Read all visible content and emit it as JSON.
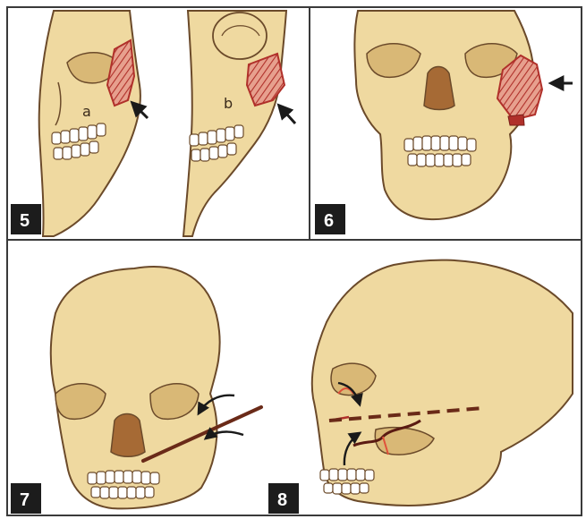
{
  "panels": [
    {
      "label": "5",
      "letters": [
        "a",
        "b"
      ]
    },
    {
      "label": "6"
    },
    {
      "label": "7"
    },
    {
      "label": "8"
    }
  ],
  "colors": {
    "bone": "#efd9a0",
    "bone_shade": "#d9b876",
    "outline": "#6b4a2a",
    "frame": "#3a3a3a",
    "fracture": "#b0302a",
    "fragment_fill": "#d67a6a",
    "nasal": "#a66a35",
    "label_bg": "#1c1c1c"
  }
}
